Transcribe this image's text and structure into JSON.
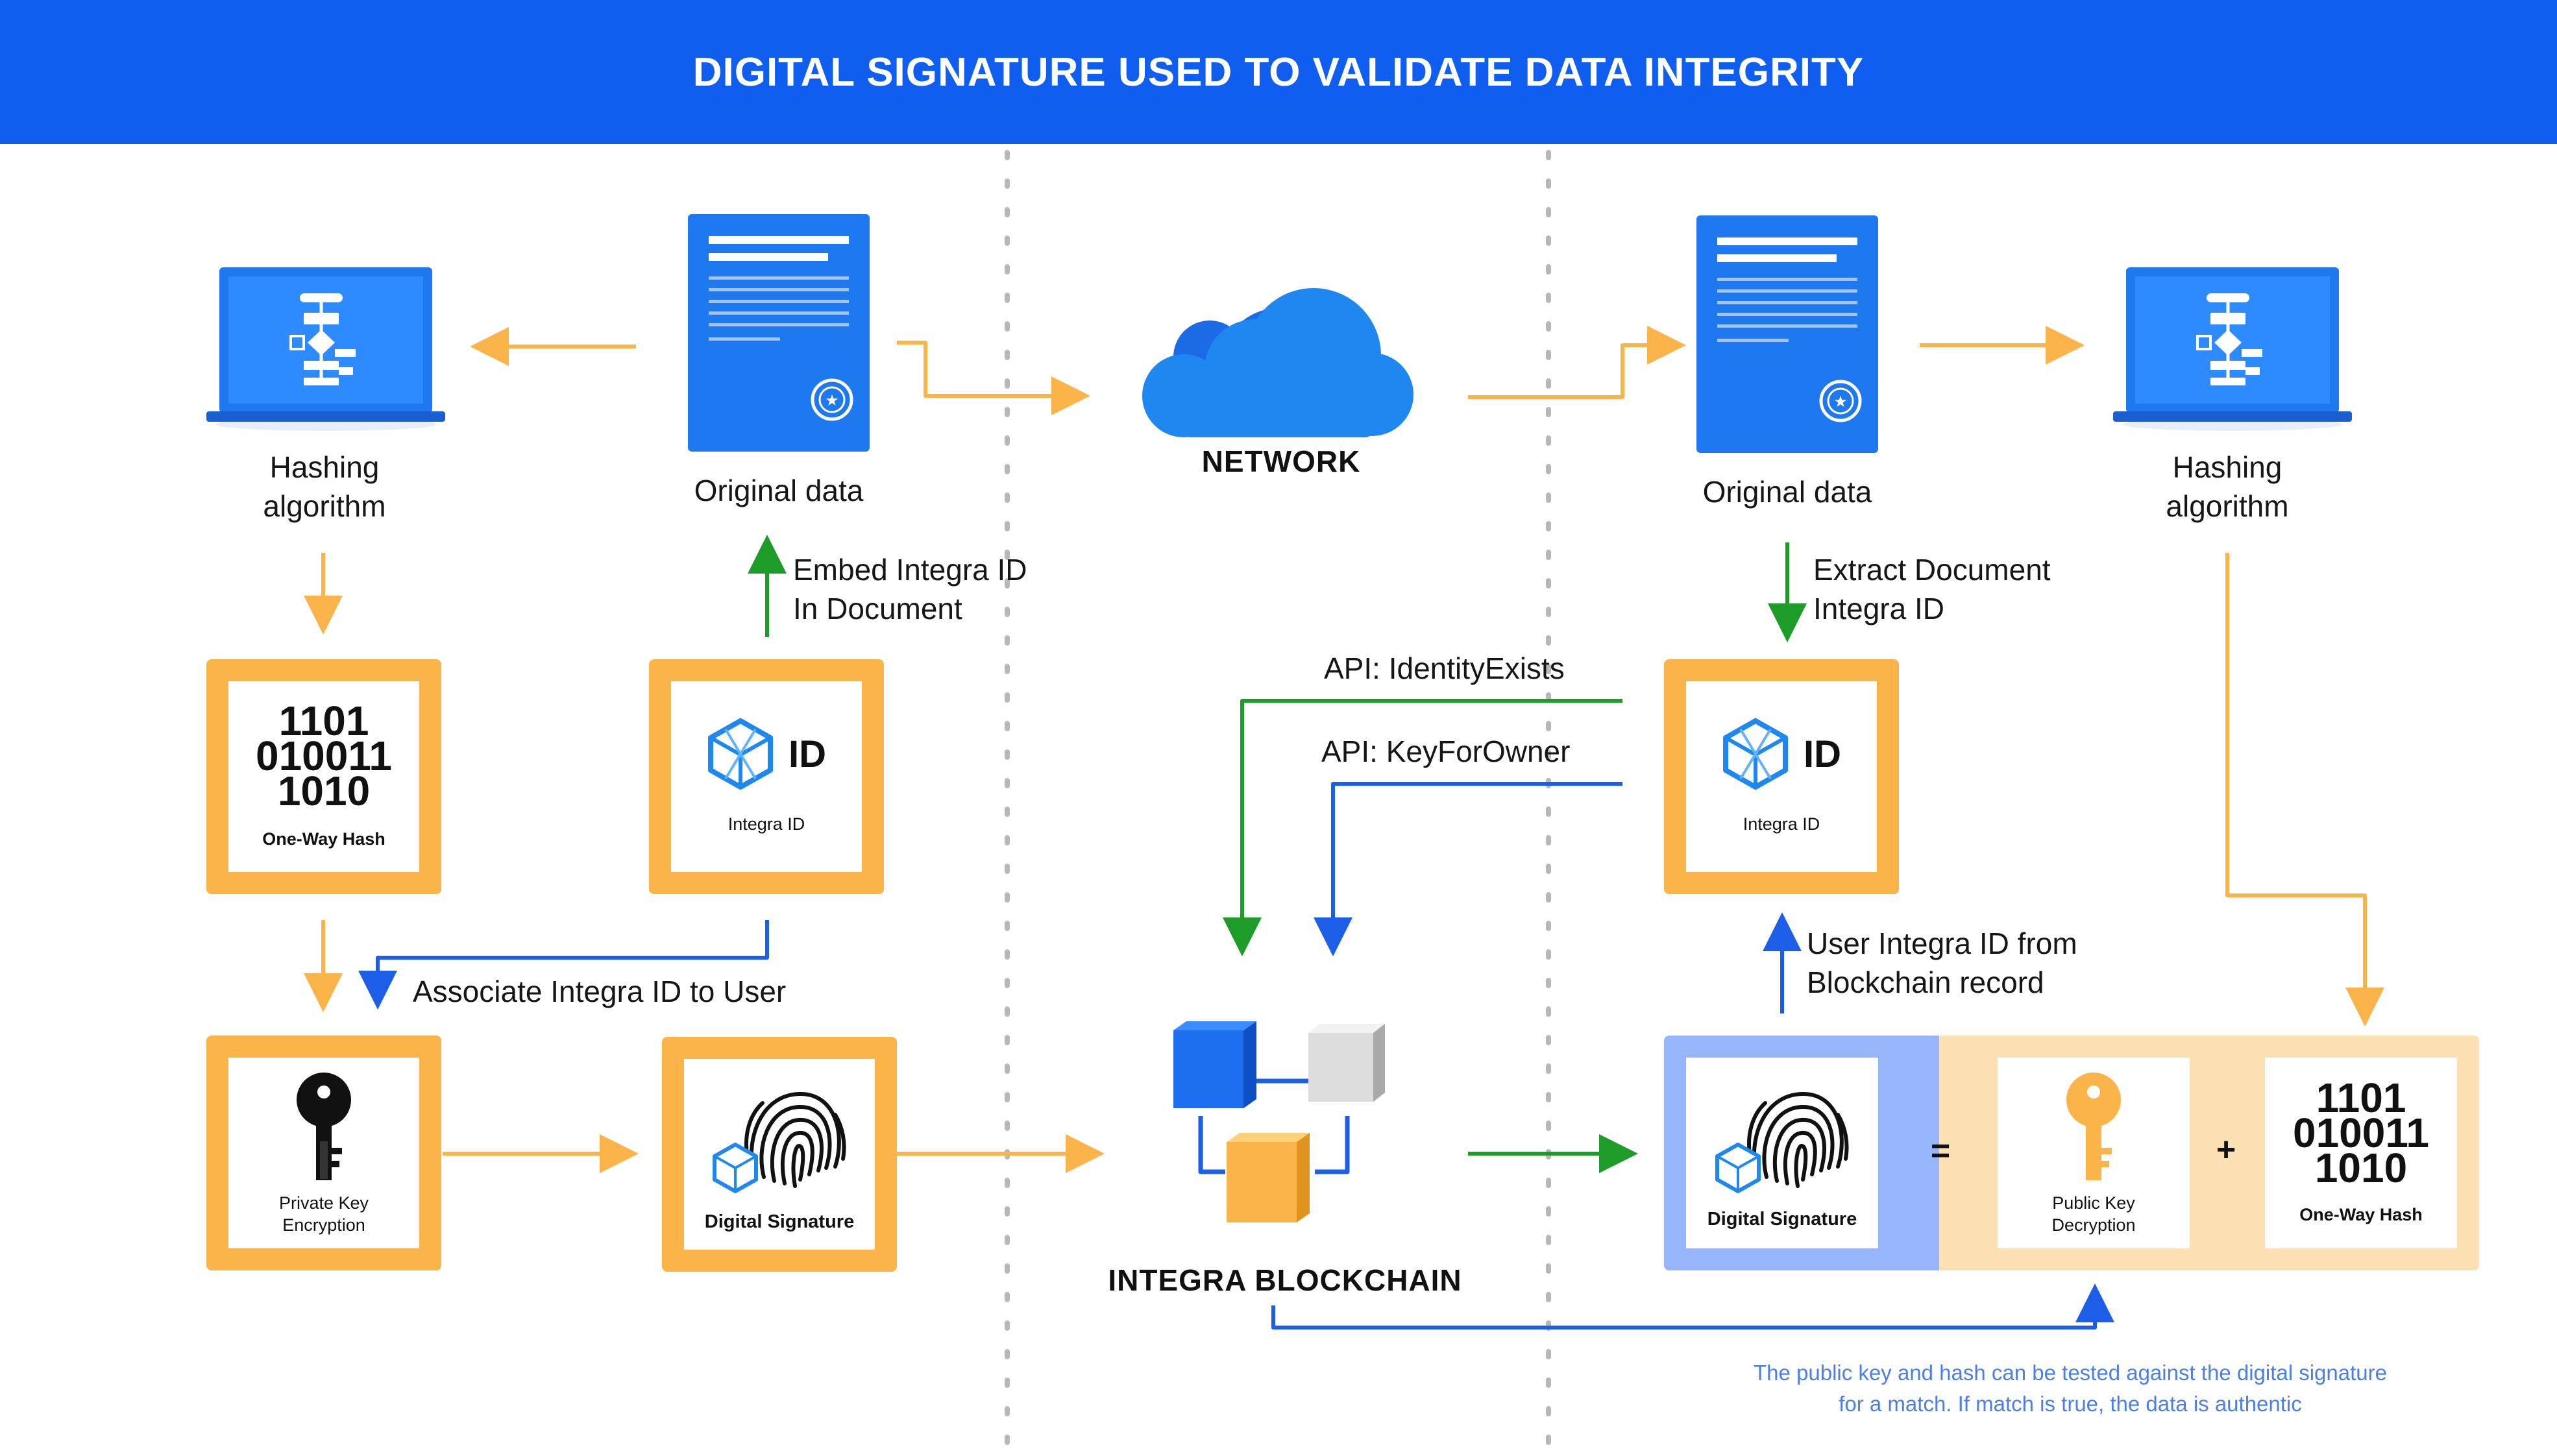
{
  "header": {
    "title": "DIGITAL SIGNATURE USED TO VALIDATE DATA INTEGRITY"
  },
  "left": {
    "hashing_label_1": "Hashing",
    "hashing_label_2": "algorithm",
    "original_data": "Original data",
    "embed_1": "Embed Integra ID",
    "embed_2": "In Document",
    "hash_box": {
      "line1": "1101",
      "line2": "010011",
      "line3": "1010",
      "caption": "One-Way Hash"
    },
    "id_box": {
      "id_text": "ID",
      "caption": "Integra ID"
    },
    "associate": "Associate Integra ID to User",
    "private_key": {
      "caption_1": "Private Key",
      "caption_2": "Encryption"
    },
    "signature": {
      "caption": "Digital  Signature"
    }
  },
  "center": {
    "network": "NETWORK",
    "api_identity": "API: IdentityExists",
    "api_key": "API: KeyForOwner",
    "blockchain": "INTEGRA BLOCKCHAIN"
  },
  "right": {
    "original_data": "Original data",
    "hashing_label_1": "Hashing",
    "hashing_label_2": "algorithm",
    "extract_1": "Extract Document",
    "extract_2": "Integra ID",
    "id_box": {
      "id_text": "ID",
      "caption": "Integra ID"
    },
    "user_id_1": "User Integra ID from",
    "user_id_2": "Blockchain record",
    "signature": {
      "caption": "Digital  Signature"
    },
    "equals": "=",
    "plus": "+",
    "public_key": {
      "caption_1": "Public Key",
      "caption_2": "Decryption"
    },
    "hash_box": {
      "line1": "1101",
      "line2": "010011",
      "line3": "1010",
      "caption": "One-Way Hash"
    },
    "note_1": "The public key and hash can be tested against the digital signature",
    "note_2": "for a match.  If match is true, the data is authentic"
  },
  "colors": {
    "header": "#0f5ef0",
    "orange": "#fbb449",
    "green": "#1e9c2a",
    "blue": "#1d5ee8",
    "doc_blue": "#1e78f0"
  }
}
